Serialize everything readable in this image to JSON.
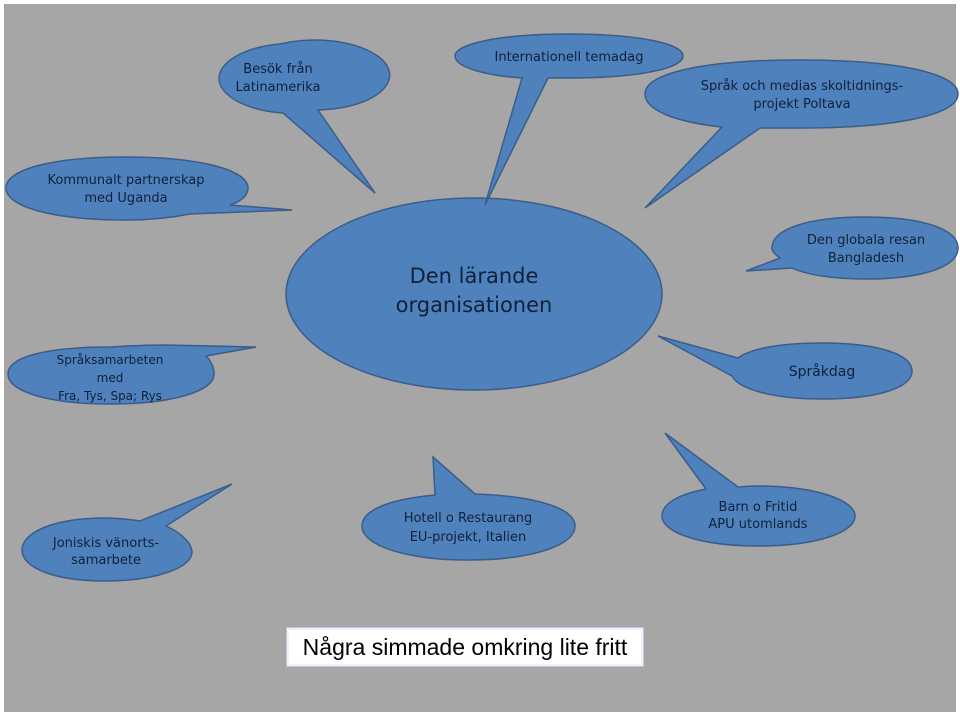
{
  "colors": {
    "background": "#a6a6a6",
    "bubble_fill": "#4f81bd",
    "bubble_stroke": "#3b5d8a",
    "text": "#10213a"
  },
  "center": {
    "line1": "Den lärande",
    "line2": "organisationen"
  },
  "bubbles": {
    "latinamerika": {
      "line1": "Besök från",
      "line2": "Latinamerika"
    },
    "temadag": {
      "line1": "Internationell temadag"
    },
    "poltava": {
      "line1": "Språk och medias skoltidnings-",
      "line2": "projekt Poltava"
    },
    "uganda": {
      "line1": "Kommunalt partnerskap",
      "line2": "med Uganda"
    },
    "bangladesh": {
      "line1": "Den globala resan",
      "line2": "Bangladesh"
    },
    "sprakdag": {
      "line1": "Språkdag"
    },
    "sprak_samarbeten": {
      "line1": "Språksamarbeten",
      "line2": "med",
      "line3": "Fra, Tys, Spa; Rys"
    },
    "joniskis": {
      "line1": "Joniskis vänorts-",
      "line2": "samarbete"
    },
    "hotell": {
      "line1": "Hotell o Restaurang",
      "line2": "EU-projekt, Italien"
    },
    "barn_fritid": {
      "line1": "Barn o Fritid",
      "line2": "APU utomlands"
    }
  },
  "caption": "Några simmade omkring lite fritt"
}
